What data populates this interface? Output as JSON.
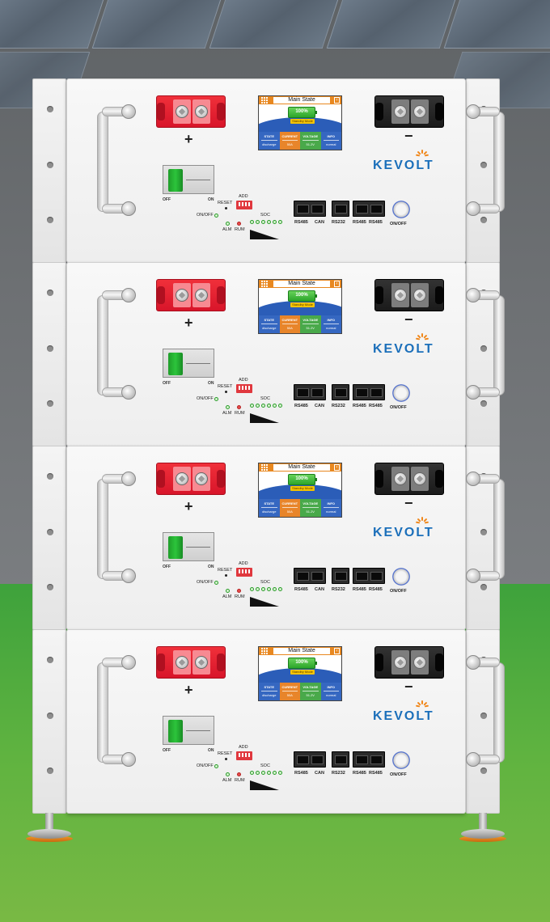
{
  "brand": "KEVOLT",
  "colors": {
    "positive_terminal": "#e8202f",
    "negative_terminal": "#1f1f1f",
    "breaker_toggle": "#25b133",
    "screen_header": "#e88820",
    "screen_blue": "#2b5db8",
    "logo": "#1b6fba",
    "grass": "#5fb340"
  },
  "units": [
    {
      "positive_symbol": "+",
      "negative_symbol": "−",
      "breaker": {
        "off_label": "OFF",
        "on_label": "ON"
      },
      "screen": {
        "title": "Main State",
        "battery_percent": "100%",
        "battery_status": "Standby Mode",
        "cells": [
          {
            "label": "STATE",
            "value": "discharge"
          },
          {
            "label": "CURRENT",
            "value": "50A"
          },
          {
            "label": "VOLTAGE",
            "value": "51.2V"
          },
          {
            "label": "INFO",
            "value": "normal"
          }
        ]
      },
      "controls": {
        "reset": "RESET",
        "add": "ADD",
        "onoff": "ON/OFF",
        "alm": "ALM",
        "rum": "RUM",
        "soc": "SOC"
      },
      "ports": [
        "RS485",
        "CAN",
        "RS232",
        "RS485",
        "RS485"
      ],
      "power_label": "ON/OFF"
    },
    {
      "positive_symbol": "+",
      "negative_symbol": "−",
      "breaker": {
        "off_label": "OFF",
        "on_label": "ON"
      },
      "screen": {
        "title": "Main State",
        "battery_percent": "100%",
        "battery_status": "Standby Mode",
        "cells": [
          {
            "label": "STATE",
            "value": "discharge"
          },
          {
            "label": "CURRENT",
            "value": "50A"
          },
          {
            "label": "VOLTAGE",
            "value": "51.2V"
          },
          {
            "label": "INFO",
            "value": "normal"
          }
        ]
      },
      "controls": {
        "reset": "RESET",
        "add": "ADD",
        "onoff": "ON/OFF",
        "alm": "ALM",
        "rum": "RUM",
        "soc": "SOC"
      },
      "ports": [
        "RS485",
        "CAN",
        "RS232",
        "RS485",
        "RS485"
      ],
      "power_label": "ON/OFF"
    },
    {
      "positive_symbol": "+",
      "negative_symbol": "−",
      "breaker": {
        "off_label": "OFF",
        "on_label": "ON"
      },
      "screen": {
        "title": "Main State",
        "battery_percent": "100%",
        "battery_status": "Standby Mode",
        "cells": [
          {
            "label": "STATE",
            "value": "discharge"
          },
          {
            "label": "CURRENT",
            "value": "50A"
          },
          {
            "label": "VOLTAGE",
            "value": "51.2V"
          },
          {
            "label": "INFO",
            "value": "normal"
          }
        ]
      },
      "controls": {
        "reset": "RESET",
        "add": "ADD",
        "onoff": "ON/OFF",
        "alm": "ALM",
        "rum": "RUM",
        "soc": "SOC"
      },
      "ports": [
        "RS485",
        "CAN",
        "RS232",
        "RS485",
        "RS485"
      ],
      "power_label": "ON/OFF"
    },
    {
      "positive_symbol": "+",
      "negative_symbol": "−",
      "breaker": {
        "off_label": "OFF",
        "on_label": "ON"
      },
      "screen": {
        "title": "Main State",
        "battery_percent": "100%",
        "battery_status": "Standby Mode",
        "cells": [
          {
            "label": "STATE",
            "value": "discharge"
          },
          {
            "label": "CURRENT",
            "value": "50A"
          },
          {
            "label": "VOLTAGE",
            "value": "51.2V"
          },
          {
            "label": "INFO",
            "value": "normal"
          }
        ]
      },
      "controls": {
        "reset": "RESET",
        "add": "ADD",
        "onoff": "ON/OFF",
        "alm": "ALM",
        "rum": "RUM",
        "soc": "SOC"
      },
      "ports": [
        "RS485",
        "CAN",
        "RS232",
        "RS485",
        "RS485"
      ],
      "power_label": "ON/OFF"
    }
  ]
}
